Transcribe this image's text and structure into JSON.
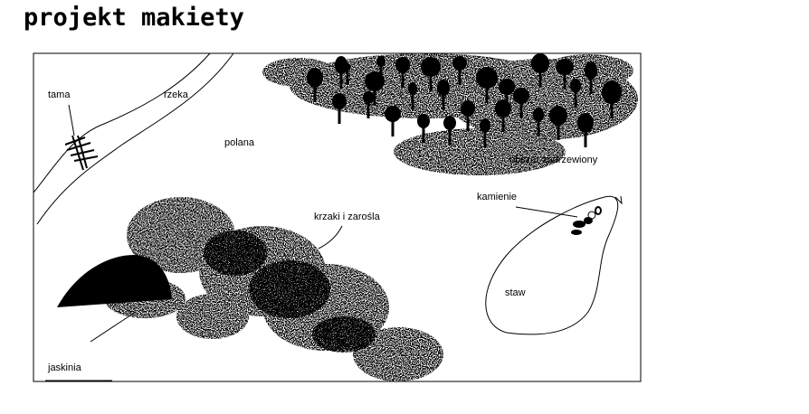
{
  "title": "projekt makiety",
  "labels": {
    "dam": "tama",
    "river": "rzeka",
    "clearing": "polana",
    "forest": "obszar zadrzewiony",
    "stones": "kamienie",
    "bushes": "krzaki i zarośla",
    "pond": "staw",
    "cave": "jaskinia"
  },
  "colors": {
    "ink": "#000000",
    "paper": "#ffffff"
  }
}
